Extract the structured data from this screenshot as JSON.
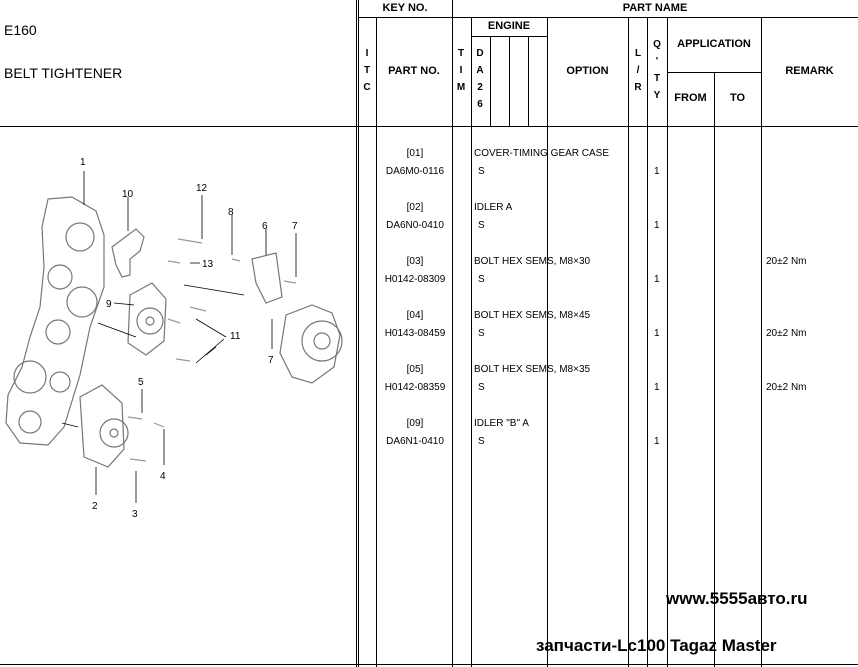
{
  "page": {
    "code": "E160",
    "title": "BELT TIGHTENER"
  },
  "headers": {
    "key_no": "KEY NO.",
    "part_name": "PART NAME",
    "itc": [
      "I",
      "T",
      "C"
    ],
    "part_no": "PART NO.",
    "tim": [
      "T",
      "I",
      "M"
    ],
    "engine": "ENGINE",
    "da26": [
      "D",
      "A",
      "2",
      "6"
    ],
    "option": "OPTION",
    "lr": [
      "L",
      "/",
      "R"
    ],
    "qty": [
      "Q",
      "'",
      "T",
      "Y"
    ],
    "application": "APPLICATION",
    "from": "FROM",
    "to": "TO",
    "remark": "REMARK"
  },
  "rows": [
    {
      "key": "[01]",
      "part_no": "DA6M0-0116",
      "name": "COVER-TIMING GEAR CASE",
      "spec": "S",
      "qty": "1",
      "remark": ""
    },
    {
      "key": "[02]",
      "part_no": "DA6N0-0410",
      "name": "IDLER A",
      "spec": "S",
      "qty": "1",
      "remark": ""
    },
    {
      "key": "[03]",
      "part_no": "H0142-08309",
      "name": "BOLT HEX SEMS, M8×30",
      "spec": "S",
      "qty": "1",
      "remark": "20±2 Nm"
    },
    {
      "key": "[04]",
      "part_no": "H0143-08459",
      "name": "BOLT HEX SEMS, M8×45",
      "spec": "S",
      "qty": "1",
      "remark": "20±2 Nm"
    },
    {
      "key": "[05]",
      "part_no": "H0142-08359",
      "name": "BOLT HEX SEMS, M8×35",
      "spec": "S",
      "qty": "1",
      "remark": "20±2 Nm"
    },
    {
      "key": "[09]",
      "part_no": "DA6N1-0410",
      "name": "IDLER \"B\" A",
      "spec": "S",
      "qty": "1",
      "remark": ""
    }
  ],
  "diagram_labels": [
    "1",
    "10",
    "12",
    "8",
    "6",
    "7",
    "13",
    "9",
    "11",
    "7",
    "5",
    "4",
    "2",
    "3"
  ],
  "watermark": {
    "site": "www.5555авто.ru",
    "caption": "запчасти-Lc100 Tagaz Master"
  }
}
